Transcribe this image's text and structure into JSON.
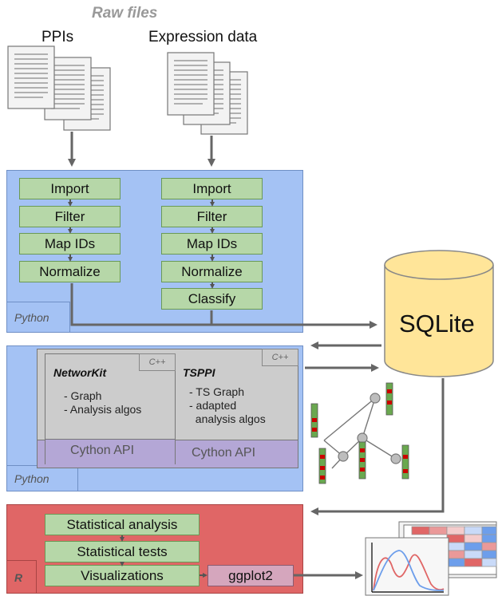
{
  "raw_files": {
    "title": "Raw files",
    "ppis_label": "PPIs",
    "expression_label": "Expression data"
  },
  "python_panel": {
    "corner_label": "Python",
    "left_steps": [
      "Import",
      "Filter",
      "Map IDs",
      "Normalize"
    ],
    "right_steps": [
      "Import",
      "Filter",
      "Map IDs",
      "Normalize",
      "Classify"
    ]
  },
  "sqlite": {
    "label": "SQLite"
  },
  "cpp_panel": {
    "corner_label": "Python",
    "networkit": {
      "title": "NetworKit",
      "tag": "C++",
      "items": [
        "- Graph",
        "- Analysis algos"
      ]
    },
    "tsppi": {
      "title": "TSPPI",
      "tag": "C++",
      "items": [
        "- TS Graph",
        "- adapted",
        "  analysis algos"
      ]
    },
    "cython_left": "Cython API",
    "cython_right": "Cython API"
  },
  "r_panel": {
    "corner_label": "R",
    "steps": [
      "Statistical analysis",
      "Statistical tests",
      "Visualizations"
    ],
    "ggplot": "ggplot2"
  },
  "colors": {
    "blue_panel": "#a4c2f4",
    "red_panel": "#e06666",
    "green_box": "#b6d7a8",
    "purple": "#b4a7d6",
    "sqlite_fill": "#ffe599"
  }
}
